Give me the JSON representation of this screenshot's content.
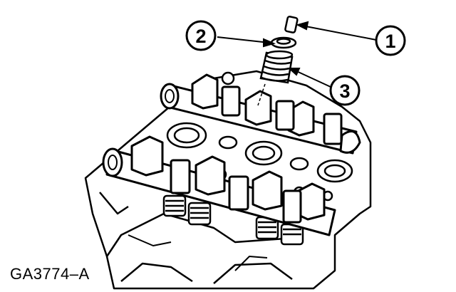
{
  "figure": {
    "code": "GA3774–A",
    "callouts": [
      {
        "id": "callout-1",
        "label": "1"
      },
      {
        "id": "callout-2",
        "label": "2"
      },
      {
        "id": "callout-3",
        "label": "3"
      }
    ]
  },
  "colors": {
    "ink": "#000000",
    "paper": "#ffffff"
  }
}
